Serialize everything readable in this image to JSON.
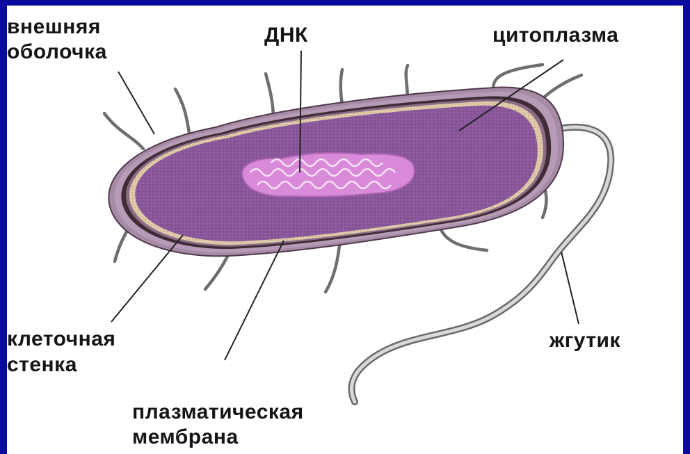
{
  "labels": {
    "outer_membrane": [
      "внешняя",
      "оболочка"
    ],
    "dna": "ДНК",
    "cytoplasm": "цитоплазма",
    "cell_wall": [
      "клеточная",
      "стенка"
    ],
    "flagellum": "жгутик",
    "plasma_membrane": [
      "плазматическая",
      "мембрана"
    ]
  },
  "colors": {
    "frame": "#0a0a9c",
    "background": "#ffffff",
    "outer_membrane": "#a78aa6",
    "cell_wall": "#3f2c36",
    "plasma_membrane": "#dcc7a7",
    "cytoplasm": "#8d5a9c",
    "nucleoid": "#d88ad8",
    "appendages": "#6e6e70",
    "leader_lines": "#222222"
  }
}
